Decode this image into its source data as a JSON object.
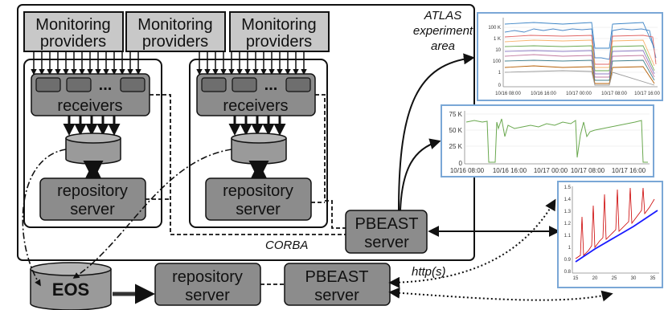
{
  "labels": {
    "monitoring_providers_line1": "Monitoring",
    "monitoring_providers_line2": "providers",
    "receivers": "receivers",
    "ellipsis": "...",
    "repository_line1": "repository",
    "repository_line2": "server",
    "pbeast_line1": "PBEAST",
    "pbeast_line2": "server",
    "atlas_line1": "ATLAS",
    "atlas_line2": "experiment",
    "atlas_line3": "area",
    "corba": "CORBA",
    "https": "http(s)",
    "eos": "EOS"
  },
  "plot1": {
    "yticks": [
      "100 K",
      "1 K",
      "10",
      "100",
      "1",
      "0"
    ],
    "xticks": [
      "10/16 08:00",
      "10/16 16:00",
      "10/17 00:00",
      "10/17 08:00",
      "10/17 16:00"
    ]
  },
  "plot2": {
    "yticks": [
      "75 K",
      "50 K",
      "25 K",
      "0"
    ],
    "xticks": [
      "10/16 08:00",
      "10/16 16:00",
      "10/17 00:00",
      "10/17 08:00",
      "10/17 16:00"
    ]
  },
  "plot3": {
    "yticks": [
      "1.5",
      "1.4",
      "1.3",
      "1.2",
      "1.1",
      "1",
      "0.9",
      "0.8"
    ],
    "xticks": [
      "15",
      "20",
      "25",
      "30",
      "35"
    ]
  },
  "colors": {
    "box_light": "#c8c8c8",
    "box_dark": "#8c8c8c",
    "cylinder": "#9a9a9a",
    "plot_frame": "#7aa7d6",
    "green_series": "#6aa84f"
  }
}
